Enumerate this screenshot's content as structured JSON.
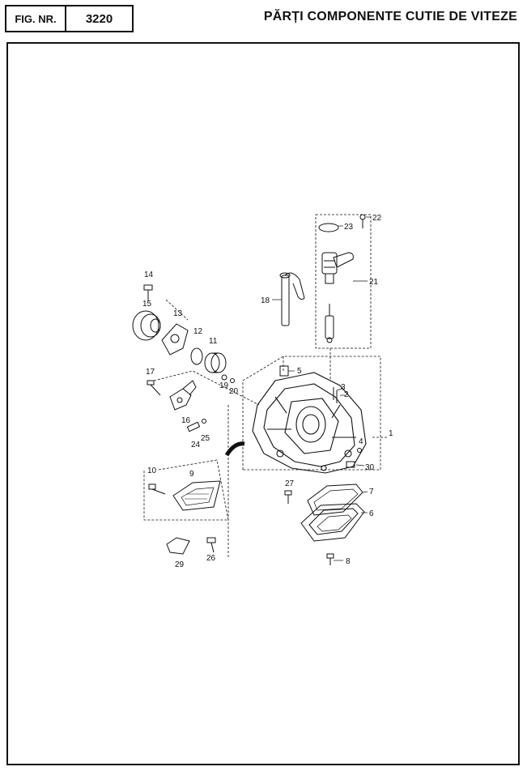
{
  "header": {
    "fig_label": "FIG. NR.",
    "fig_number": "3220",
    "title": "PĂRȚI COMPONENTE CUTIE DE VITEZE"
  },
  "callouts": [
    "1",
    "2",
    "3",
    "4",
    "5",
    "6",
    "7",
    "8",
    "9",
    "10",
    "11",
    "12",
    "13",
    "14",
    "15",
    "16",
    "17",
    "18",
    "19",
    "20",
    "21",
    "22",
    "23",
    "24",
    "25",
    "26",
    "27",
    "29",
    "30"
  ]
}
